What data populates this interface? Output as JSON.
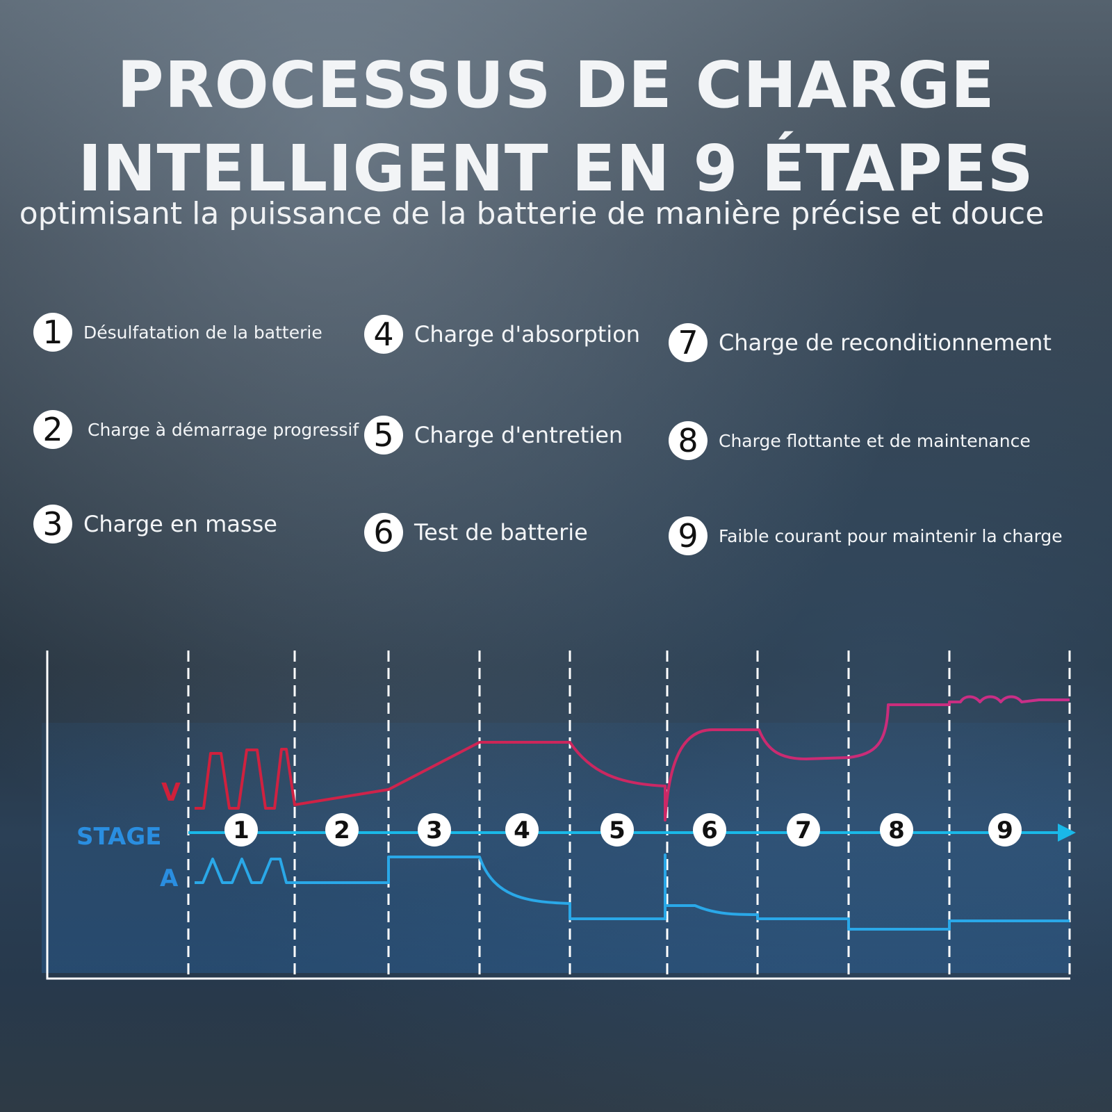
{
  "header": {
    "title_line1": "PROCESSUS DE CHARGE",
    "title_line2": "INTELLIGENT EN 9 ÉTAPES",
    "subtitle": "optimisant la puissance de la batterie de manière précise et douce"
  },
  "steps": [
    {
      "num": "1",
      "label": "Désulfatation de la batterie"
    },
    {
      "num": "2",
      "label": "Charge à démarrage progressif"
    },
    {
      "num": "3",
      "label": "Charge en masse"
    },
    {
      "num": "4",
      "label": "Charge d'absorption"
    },
    {
      "num": "5",
      "label": "Charge d'entretien"
    },
    {
      "num": "6",
      "label": "Test de batterie"
    },
    {
      "num": "7",
      "label": "Charge de reconditionnement"
    },
    {
      "num": "8",
      "label": "Charge flottante et de maintenance"
    },
    {
      "num": "9",
      "label": "Faible courant pour maintenir la charge"
    }
  ],
  "diagram": {
    "v_label": "V",
    "stage_label": "STAGE",
    "a_label": "A",
    "stage_numbers": [
      "1",
      "2",
      "3",
      "4",
      "5",
      "6",
      "7",
      "8",
      "9"
    ],
    "colors": {
      "voltage_start": "#d0203a",
      "voltage_end": "#c8308c",
      "current": "#2aa8e8",
      "stage_axis": "#1ab8e8",
      "stage_label": "#2a8ee0",
      "frame": "#ffffff"
    }
  }
}
